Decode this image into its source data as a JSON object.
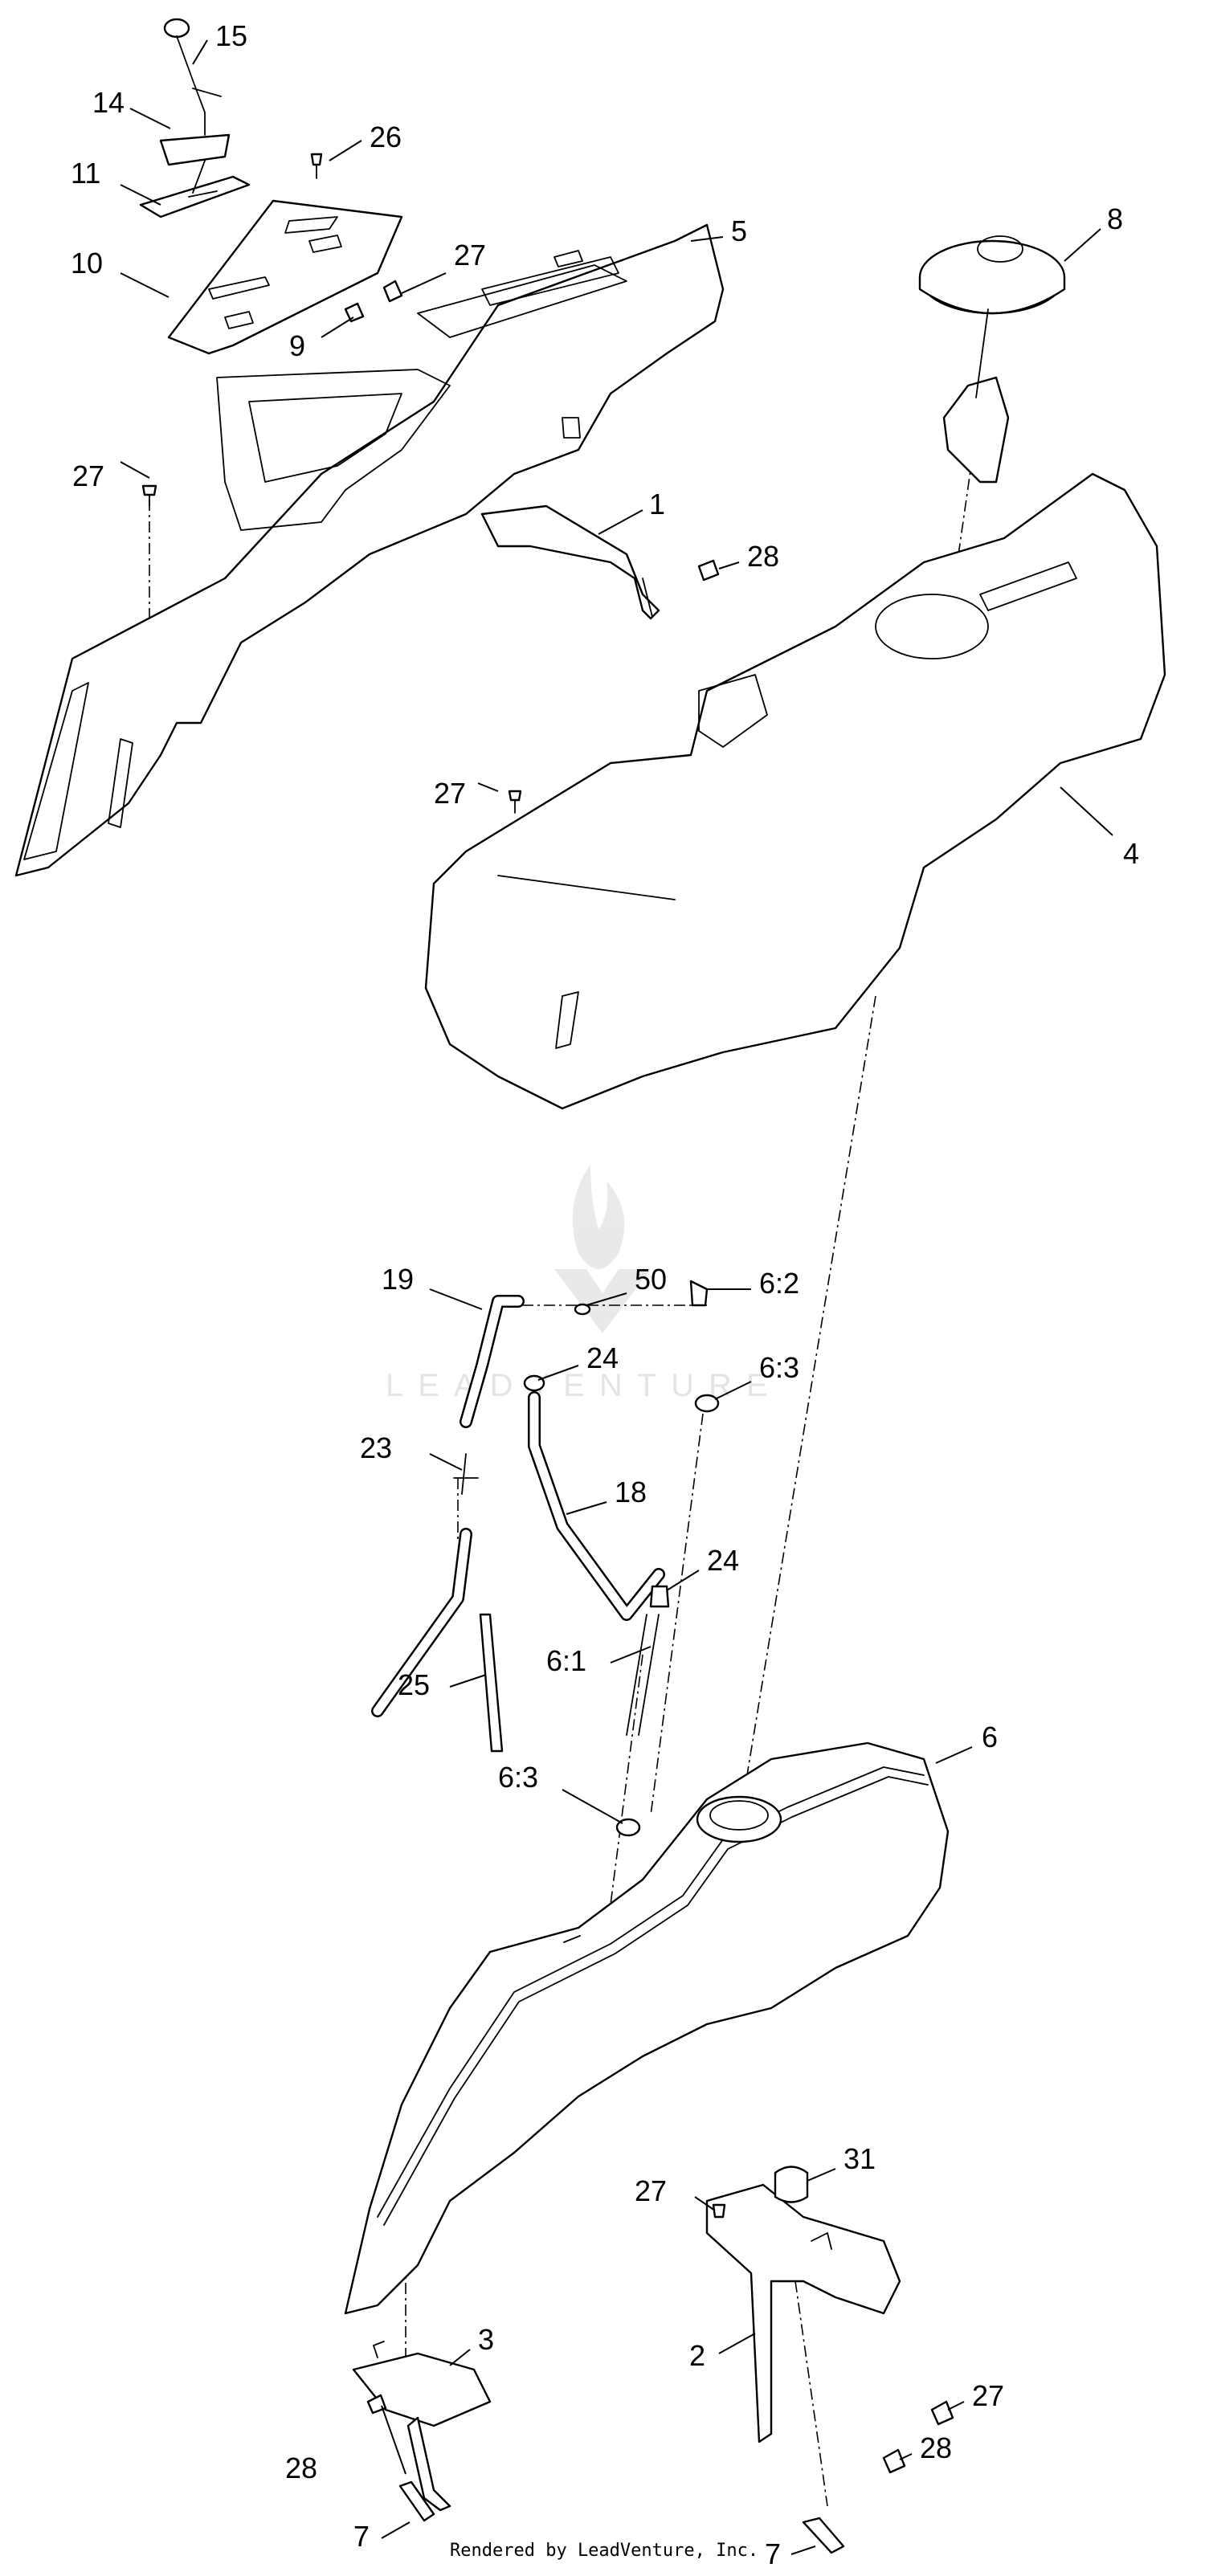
{
  "diagram": {
    "callouts": [
      {
        "id": "c15",
        "text": "15"
      },
      {
        "id": "c14",
        "text": "14"
      },
      {
        "id": "c26",
        "text": "26"
      },
      {
        "id": "c11",
        "text": "11"
      },
      {
        "id": "c10",
        "text": "10"
      },
      {
        "id": "c27a",
        "text": "27"
      },
      {
        "id": "c9",
        "text": "9"
      },
      {
        "id": "c5",
        "text": "5"
      },
      {
        "id": "c8",
        "text": "8"
      },
      {
        "id": "c27b",
        "text": "27"
      },
      {
        "id": "c1",
        "text": "1"
      },
      {
        "id": "c28a",
        "text": "28"
      },
      {
        "id": "c4",
        "text": "4"
      },
      {
        "id": "c27c",
        "text": "27"
      },
      {
        "id": "c19",
        "text": "19"
      },
      {
        "id": "c50",
        "text": "50"
      },
      {
        "id": "c62",
        "text": "6:2"
      },
      {
        "id": "c24a",
        "text": "24"
      },
      {
        "id": "c63a",
        "text": "6:3"
      },
      {
        "id": "c23",
        "text": "23"
      },
      {
        "id": "c18",
        "text": "18"
      },
      {
        "id": "c24b",
        "text": "24"
      },
      {
        "id": "c25",
        "text": "25"
      },
      {
        "id": "c61",
        "text": "6:1"
      },
      {
        "id": "c6",
        "text": "6"
      },
      {
        "id": "c63b",
        "text": "6:3"
      },
      {
        "id": "c27d",
        "text": "27"
      },
      {
        "id": "c31",
        "text": "31"
      },
      {
        "id": "c3",
        "text": "3"
      },
      {
        "id": "c2",
        "text": "2"
      },
      {
        "id": "c27e",
        "text": "27"
      },
      {
        "id": "c28b",
        "text": "28"
      },
      {
        "id": "c28c",
        "text": "28"
      },
      {
        "id": "c7a",
        "text": "7"
      },
      {
        "id": "c7b",
        "text": "7"
      }
    ],
    "watermark": "LEADVENTURE"
  },
  "footer": {
    "credit": "Rendered by LeadVenture, Inc."
  }
}
